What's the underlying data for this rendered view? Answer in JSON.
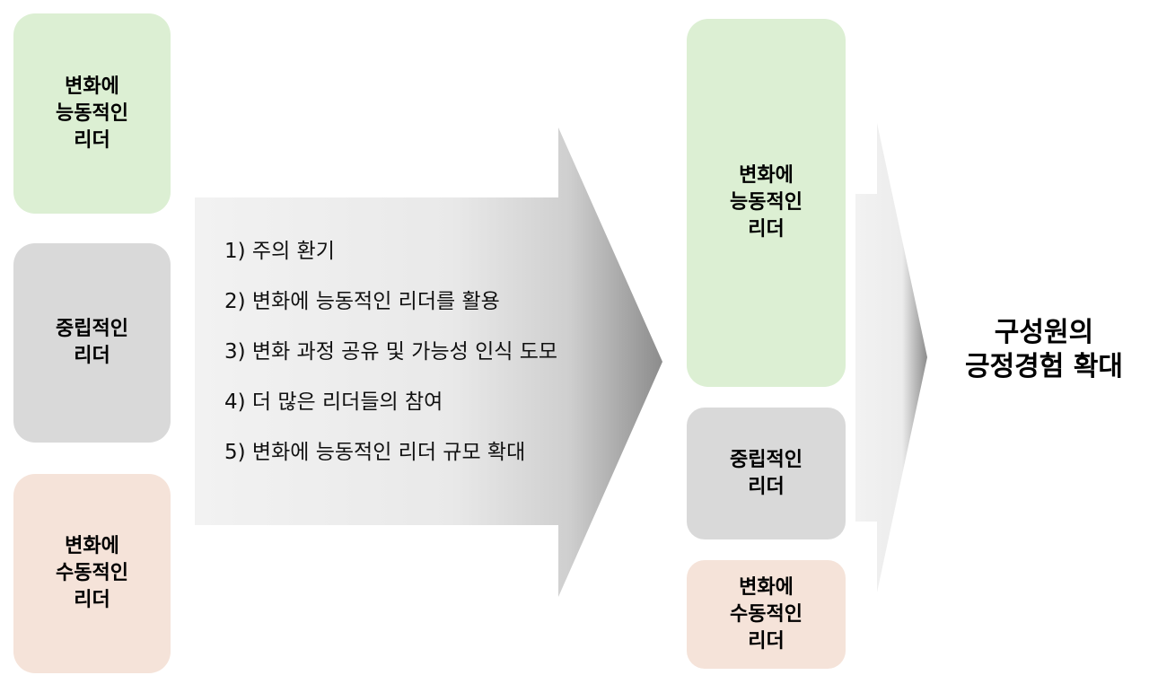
{
  "left_column": {
    "boxes": [
      {
        "label": "변화에\n능동적인\n리더",
        "color": "#dcefd3"
      },
      {
        "label": "중립적인\n리더",
        "color": "#d9d9d9"
      },
      {
        "label": "변화에\n수동적인\n리더",
        "color": "#f5e3d9"
      }
    ]
  },
  "process_arrow": {
    "gradient_start": "#f2f2f2",
    "gradient_end": "#8c8c8c",
    "steps": [
      "1) 주의 환기",
      "2) 변화에 능동적인 리더를 활용",
      "3) 변화 과정 공유 및 가능성 인식 도모",
      "4) 더 많은 리더들의 참여",
      "5) 변화에 능동적인 리더 규모 확대"
    ]
  },
  "right_column": {
    "boxes": [
      {
        "label": "변화에\n능동적인\n리더",
        "color": "#dcefd3"
      },
      {
        "label": "중립적인\n리더",
        "color": "#d9d9d9"
      },
      {
        "label": "변화에\n수동적인\n리더",
        "color": "#f5e3d9"
      }
    ]
  },
  "result": {
    "label": "구성원의\n긍정경험 확대"
  }
}
